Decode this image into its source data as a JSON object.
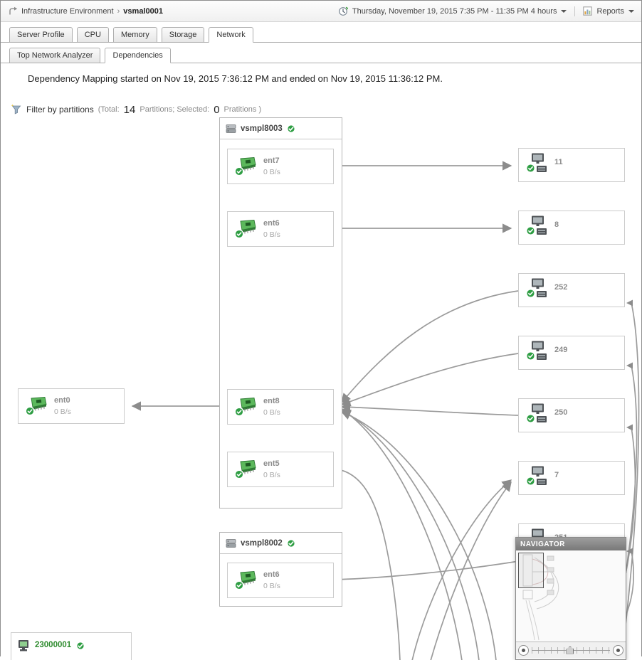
{
  "colors": {
    "ok_green": "#2f9e44",
    "edge_gray": "#9b9b9b",
    "navigator_header": "#7d7d7d",
    "node_border": "#cbcbcb"
  },
  "icons": {
    "breadcrumb": "return-arrow-icon",
    "time": "clock-icon",
    "reports": "bar-chart-icon",
    "filter": "funnel-icon",
    "node_status": "green-check-icon",
    "adapter": "network-adapter-icon",
    "partition": "computer-icon",
    "group": "server-icon"
  },
  "topbar": {
    "breadcrumb_root": "Infrastructure Environment",
    "breadcrumb_separator": "›",
    "breadcrumb_current": "vsmal0001",
    "time_range": "Thursday, November 19, 2015 7:35 PM - 11:35 PM 4 hours",
    "reports_label": "Reports"
  },
  "tabs": [
    {
      "label": "Server Profile"
    },
    {
      "label": "CPU"
    },
    {
      "label": "Memory"
    },
    {
      "label": "Storage"
    },
    {
      "label": "Network"
    }
  ],
  "subtabs": [
    {
      "label": "Top Network Analyzer"
    },
    {
      "label": "Dependencies"
    }
  ],
  "summary": "Dependency Mapping started on Nov 19, 2015 7:36:12 PM and ended on Nov 19, 2015 11:36:12 PM.",
  "filter": {
    "title": "Filter by partitions",
    "total_label": "(Total:",
    "total_value": "14",
    "total_suffix": "Partitions; Selected:",
    "selected_value": "0",
    "selected_suffix": "Pratitions )"
  },
  "diagram": {
    "groups": [
      {
        "name": "vsmpl8003",
        "nics": [
          {
            "label": "ent7",
            "rate": "0 B/s"
          },
          {
            "label": "ent6",
            "rate": "0 B/s"
          },
          {
            "label": "ent8",
            "rate": "0 B/s"
          },
          {
            "label": "ent5",
            "rate": "0 B/s"
          }
        ]
      },
      {
        "name": "vsmpl8002",
        "nics": [
          {
            "label": "ent6",
            "rate": "0 B/s"
          }
        ]
      }
    ],
    "external_nic": {
      "label": "ent0",
      "rate": "0 B/s"
    },
    "partitions": [
      {
        "label": "11"
      },
      {
        "label": "8"
      },
      {
        "label": "252"
      },
      {
        "label": "249"
      },
      {
        "label": "250"
      },
      {
        "label": "7"
      },
      {
        "label": "251"
      }
    ],
    "bottom_partition": {
      "label": "23000001"
    }
  },
  "navigator": {
    "title": "NAVIGATOR"
  }
}
